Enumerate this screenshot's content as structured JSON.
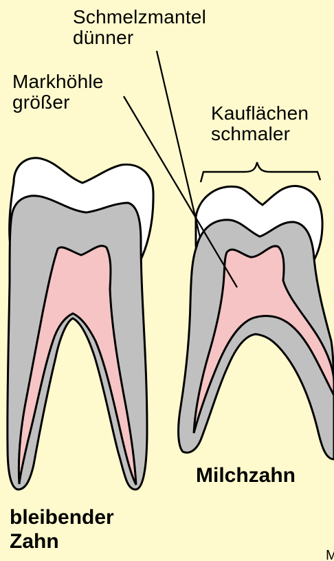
{
  "diagram": {
    "labels": {
      "enamel": "Schmelzmantel\ndünner",
      "pulp": "Markhöhle\ngrößer",
      "occlusal": "Kauflächen\nschmaler",
      "milk_tooth": "Milchzahn",
      "permanent_tooth": "bleibender\nZahn",
      "corner_mark": "M"
    },
    "colors": {
      "background": "#fffacd",
      "enamel": "#ffffff",
      "dentin": "#c0c0c0",
      "pulp": "#f6c4c4",
      "outline": "#000000"
    }
  }
}
